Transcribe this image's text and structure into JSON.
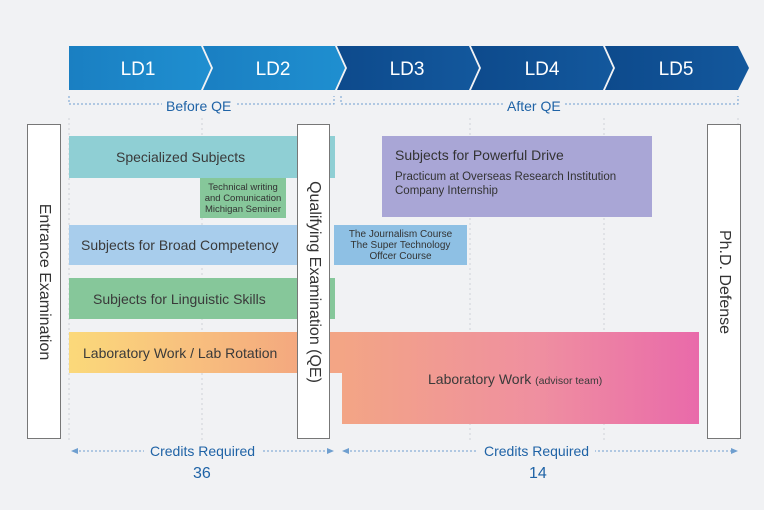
{
  "levels": [
    "LD1",
    "LD2",
    "LD3",
    "LD4",
    "LD5"
  ],
  "phases": {
    "before": "Before QE",
    "after": "After QE"
  },
  "blocks": {
    "specialized": "Specialized Subjects",
    "technical_line1": "Technical writing",
    "technical_line2": "and Comunication",
    "technical_line3": "Michigan Seminer",
    "broad": "Subjects for Broad Competency",
    "journalism_line1": "The Journalism Course",
    "journalism_line2": "The Super Technology",
    "journalism_line3": "Offcer Course",
    "linguistic": "Subjects for Linguistic Skills",
    "powerful_title": "Subjects for Powerful Drive",
    "powerful_line1": "Practicum at Overseas Research Institution",
    "powerful_line2": "Company Internship",
    "lab_rotation": "Laboratory Work / Lab Rotation",
    "lab_work": "Laboratory Work",
    "lab_work_note": "(advisor team)"
  },
  "milestones": {
    "entrance": "Entrance Examination",
    "qualifying": "Qualifying Examination (QE)",
    "defense": "Ph.D. Defense"
  },
  "credits": {
    "label_before": "Credits Required",
    "value_before": "36",
    "label_after": "Credits Required",
    "value_after": "14"
  },
  "colors": {
    "ld_light": "#1b86c6",
    "ld_dark": "#0e4f93",
    "specialized": "#8fcfd4",
    "broad": "#a8cdec",
    "linguistic": "#86c79a",
    "powerful": "#a9a6d6",
    "journalism": "#8ec0e4",
    "accent_text": "#1f63a6"
  }
}
